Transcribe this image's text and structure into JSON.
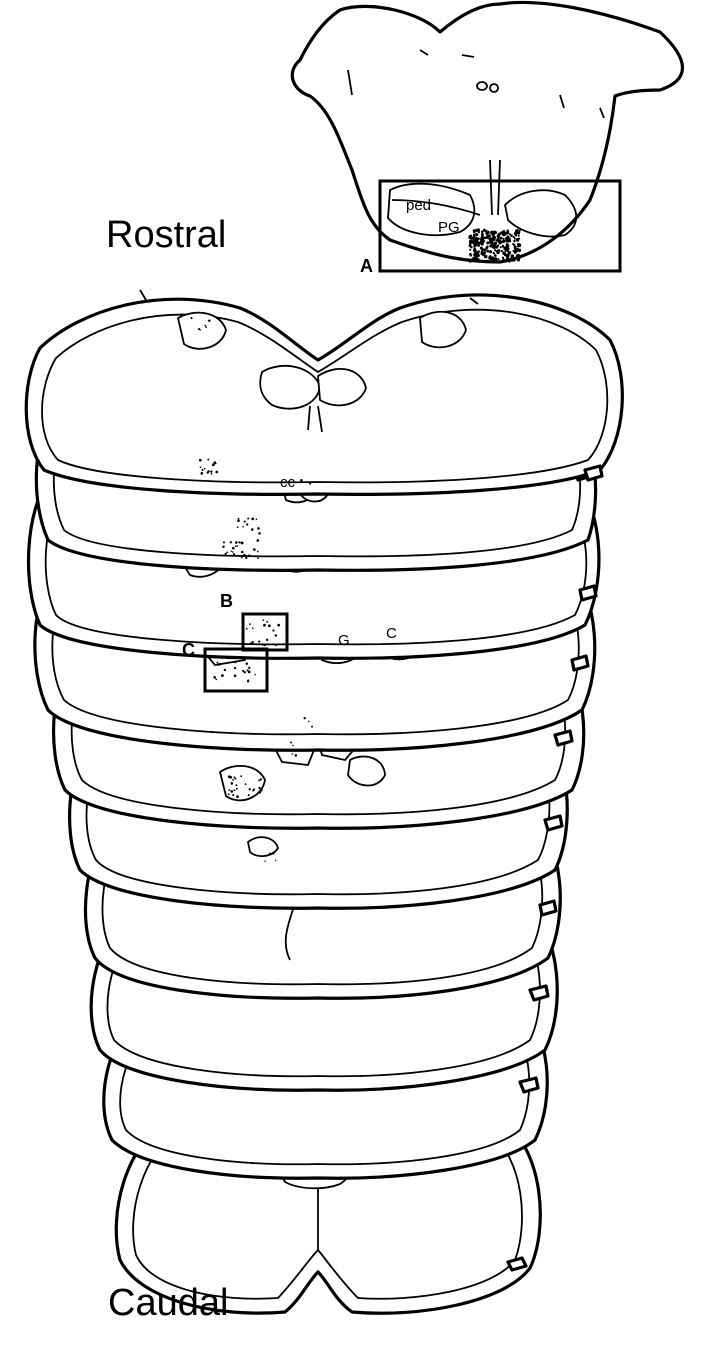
{
  "figure": {
    "orientation_top": "Rostral",
    "orientation_bottom": "Caudal",
    "inset_labels": {
      "ped": "ped",
      "pg": "PG"
    },
    "region_labels": {
      "cc": "cc",
      "g": "G",
      "c": "C"
    },
    "box_labels": {
      "a": "A",
      "b": "B",
      "c": "C"
    }
  }
}
